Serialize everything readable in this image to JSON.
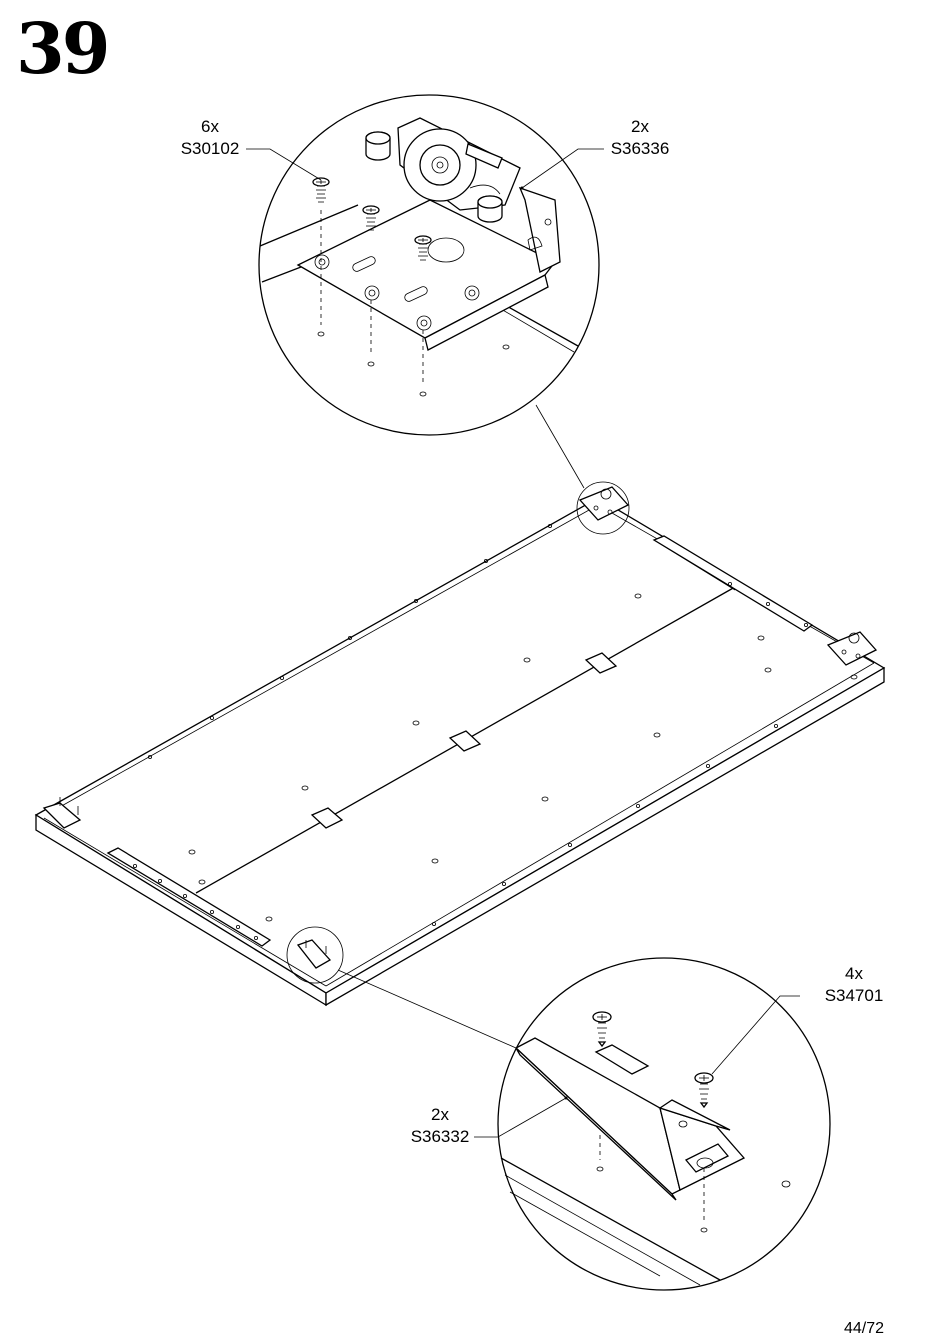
{
  "step": {
    "number": "39"
  },
  "callouts": {
    "s30102": {
      "qty": "6x",
      "code": "S30102"
    },
    "s36336": {
      "qty": "2x",
      "code": "S36336"
    },
    "s34701": {
      "qty": "4x",
      "code": "S34701"
    },
    "s36332": {
      "qty": "2x",
      "code": "S36332"
    }
  },
  "footer": {
    "page": "44/72"
  }
}
